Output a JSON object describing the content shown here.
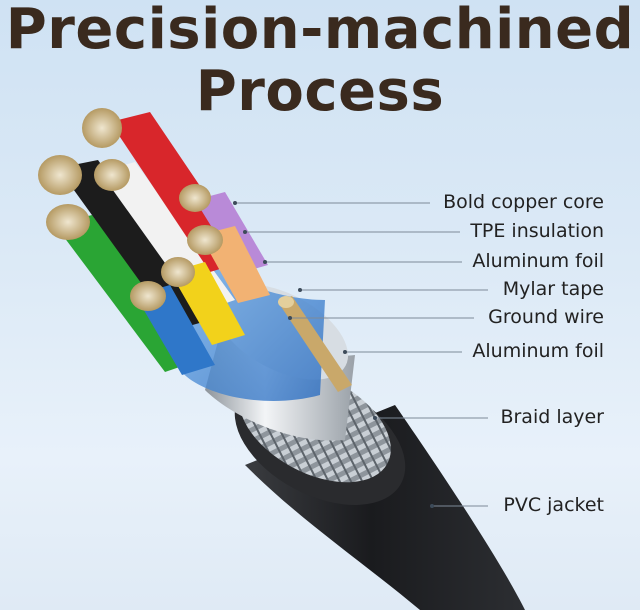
{
  "title": {
    "line1": "Precision-machined",
    "line2": "Process"
  },
  "labels": [
    "Bold copper core",
    "TPE insulation",
    "Aluminum foil",
    "Mylar tape",
    "Ground wire",
    "Aluminum foil",
    "Braid layer",
    "PVC jacket"
  ],
  "wire_colors": {
    "red": "#d8262b",
    "black": "#1c1c1c",
    "white": "#f2f2f2",
    "green": "#2aa534",
    "blue": "#2f77c9",
    "yellow": "#f2d21b",
    "purple": "#b98ad8",
    "orange": "#f2b273",
    "copper": "#c9b48a",
    "jacket": "#1e1f22"
  }
}
